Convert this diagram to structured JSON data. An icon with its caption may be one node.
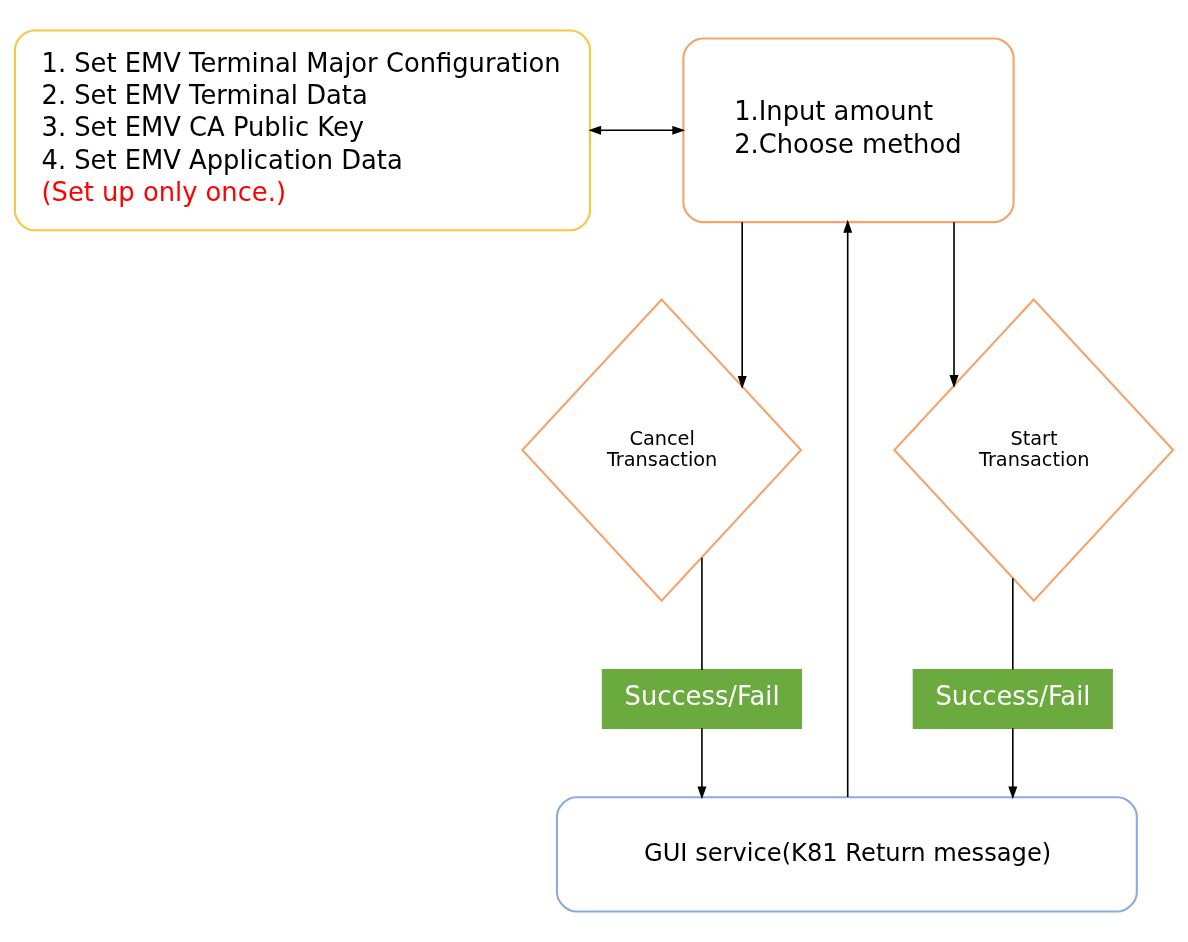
{
  "diagram": {
    "nodes": [
      {
        "text": [
          "1. Set EMV Terminal Major Configuration",
          "2. Set EMV Terminal Data",
          "3. Set EMV CA Public Key",
          "4. Set EMV Application Data",
          "(Set up only once.)"
        ]
      },
      {
        "text": [
          "1.Input amount",
          "2.Choose method"
        ]
      },
      {
        "text": [
          "Cancel Transaction"
        ]
      },
      {
        "text": [
          "Start Transaction"
        ]
      },
      {
        "text": [
          "Success/Fail"
        ]
      },
      {
        "text": [
          "Success/Fail"
        ]
      },
      {
        "text": [
          "GUI service(K81 Return message)"
        ]
      }
    ],
    "edges": [
      {
        "from": 0,
        "to": 1,
        "arrow": "both"
      },
      {
        "from": 1,
        "to": 2,
        "arrow": "to"
      },
      {
        "from": 1,
        "to": 3,
        "arrow": "to"
      },
      {
        "from": 2,
        "to": 4,
        "arrow": "none"
      },
      {
        "from": 4,
        "to": 6,
        "arrow": "to"
      },
      {
        "from": 3,
        "to": 5,
        "arrow": "none"
      },
      {
        "from": 5,
        "to": 6,
        "arrow": "to"
      },
      {
        "from": 6,
        "to": 1,
        "arrow": "to"
      }
    ]
  }
}
